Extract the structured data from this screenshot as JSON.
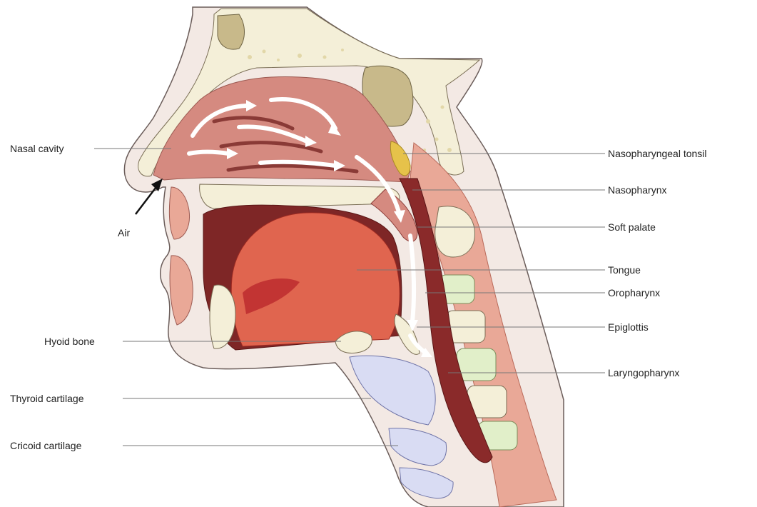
{
  "labels": {
    "nasal_cavity": "Nasal cavity",
    "air": "Air",
    "hyoid_bone": "Hyoid bone",
    "thyroid_cartilage": "Thyroid cartilage",
    "cricoid_cartilage": "Cricoid cartilage",
    "nasopharyngeal_tonsil": "Nasopharyngeal tonsil",
    "nasopharynx": "Nasopharynx",
    "soft_palate": "Soft palate",
    "tongue": "Tongue",
    "oropharynx": "Oropharynx",
    "epiglottis": "Epiglottis",
    "laryngopharynx": "Laryngopharynx"
  },
  "colors": {
    "bone": "#f4efd8",
    "bone_speckle": "#e2d7a8",
    "sinus": "#c8b98a",
    "mucosa": "#d58a80",
    "muscle": "#e9a897",
    "tongue": "#e0654f",
    "tongue_deep": "#b8242a",
    "pharynx": "#8a2a2a",
    "cartilage": "#d9dcf3",
    "vertebra": "#e1efc9",
    "tonsil": "#e6c24a",
    "skin": "#f3e9e4",
    "air_arrow": "#ffffff"
  }
}
